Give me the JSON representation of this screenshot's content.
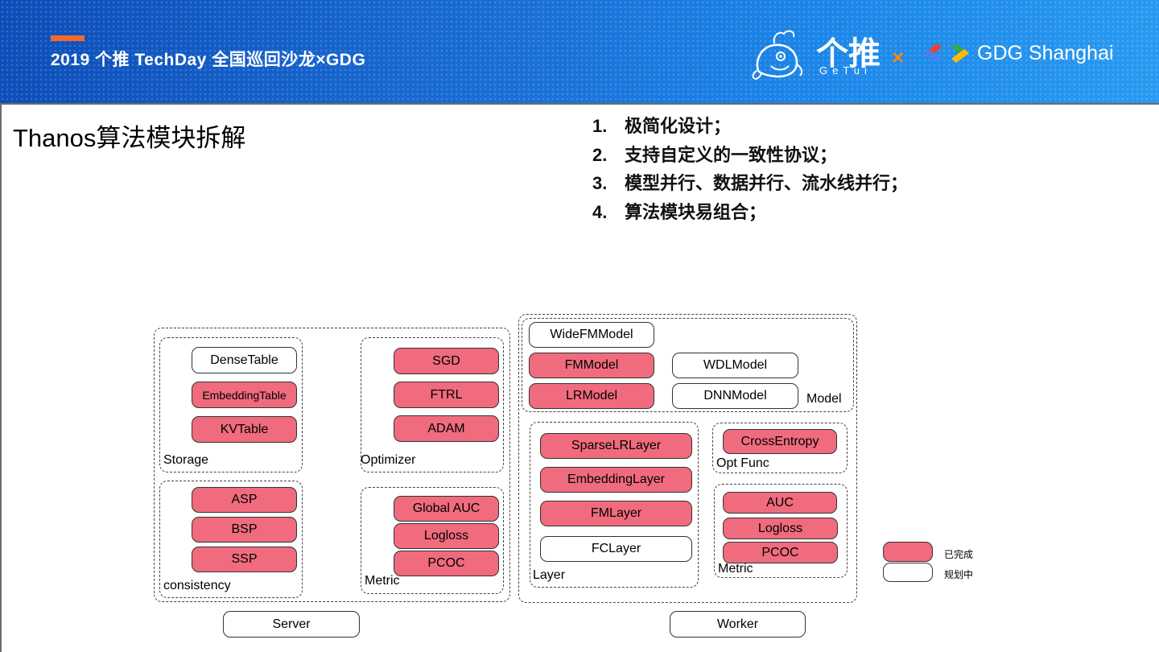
{
  "header": {
    "event_title": "2019 个推 TechDay 全国巡回沙龙×GDG",
    "getui_logo": "个推",
    "getui_sub": "GeTui",
    "x_mark": "×",
    "gdg_logo": "GDG Shanghai",
    "mascot_icon": "whale-mascot-icon",
    "gdg_icon": "gdg-chevrons-icon",
    "colors": {
      "accent": "#f26a2a",
      "header_bg": "#1a6fd6",
      "x_mark": "#f28a1e"
    }
  },
  "slide": {
    "title": "Thanos算法模块拆解",
    "points": [
      {
        "num": "1.",
        "text": "极简化设计；"
      },
      {
        "num": "2.",
        "text": "支持自定义的一致性协议；"
      },
      {
        "num": "3.",
        "text": "模型并行、数据并行、流水线并行；"
      },
      {
        "num": "4.",
        "text": "算法模块易组合；"
      }
    ]
  },
  "diagram": {
    "colors": {
      "done": "#f06b7e",
      "planned": "#ffffff"
    },
    "server": {
      "label": "Server",
      "storage": {
        "label": "Storage",
        "items": [
          {
            "text": "DenseTable",
            "status": "planned"
          },
          {
            "text": "EmbeddingTable",
            "status": "done"
          },
          {
            "text": "KVTable",
            "status": "done"
          }
        ]
      },
      "optimizer": {
        "label": "Optimizer",
        "items": [
          {
            "text": "SGD",
            "status": "done"
          },
          {
            "text": "FTRL",
            "status": "done"
          },
          {
            "text": "ADAM",
            "status": "done"
          }
        ]
      },
      "consistency": {
        "label": "consistency",
        "items": [
          {
            "text": "ASP",
            "status": "done"
          },
          {
            "text": "BSP",
            "status": "done"
          },
          {
            "text": "SSP",
            "status": "done"
          }
        ]
      },
      "metric": {
        "label": "Metric",
        "items": [
          {
            "text": "Global AUC",
            "status": "done"
          },
          {
            "text": "Logloss",
            "status": "done"
          },
          {
            "text": "PCOC",
            "status": "done"
          }
        ]
      }
    },
    "worker": {
      "label": "Worker",
      "model": {
        "label": "Model",
        "items": [
          {
            "text": "WideFMModel",
            "status": "planned"
          },
          {
            "text": "FMModel",
            "status": "done"
          },
          {
            "text": "WDLModel",
            "status": "planned"
          },
          {
            "text": "LRModel",
            "status": "done"
          },
          {
            "text": "DNNModel",
            "status": "planned"
          }
        ]
      },
      "layer": {
        "label": "Layer",
        "items": [
          {
            "text": "SparseLRLayer",
            "status": "done"
          },
          {
            "text": "EmbeddingLayer",
            "status": "done"
          },
          {
            "text": "FMLayer",
            "status": "done"
          },
          {
            "text": "FCLayer",
            "status": "planned"
          }
        ]
      },
      "optfunc": {
        "label": "Opt Func",
        "items": [
          {
            "text": "CrossEntropy",
            "status": "done"
          }
        ]
      },
      "metric": {
        "label": "Metric",
        "items": [
          {
            "text": "AUC",
            "status": "done"
          },
          {
            "text": "Logloss",
            "status": "done"
          },
          {
            "text": "PCOC",
            "status": "done"
          }
        ]
      }
    },
    "legend": {
      "done": "已完成",
      "planned": "规划中"
    }
  }
}
